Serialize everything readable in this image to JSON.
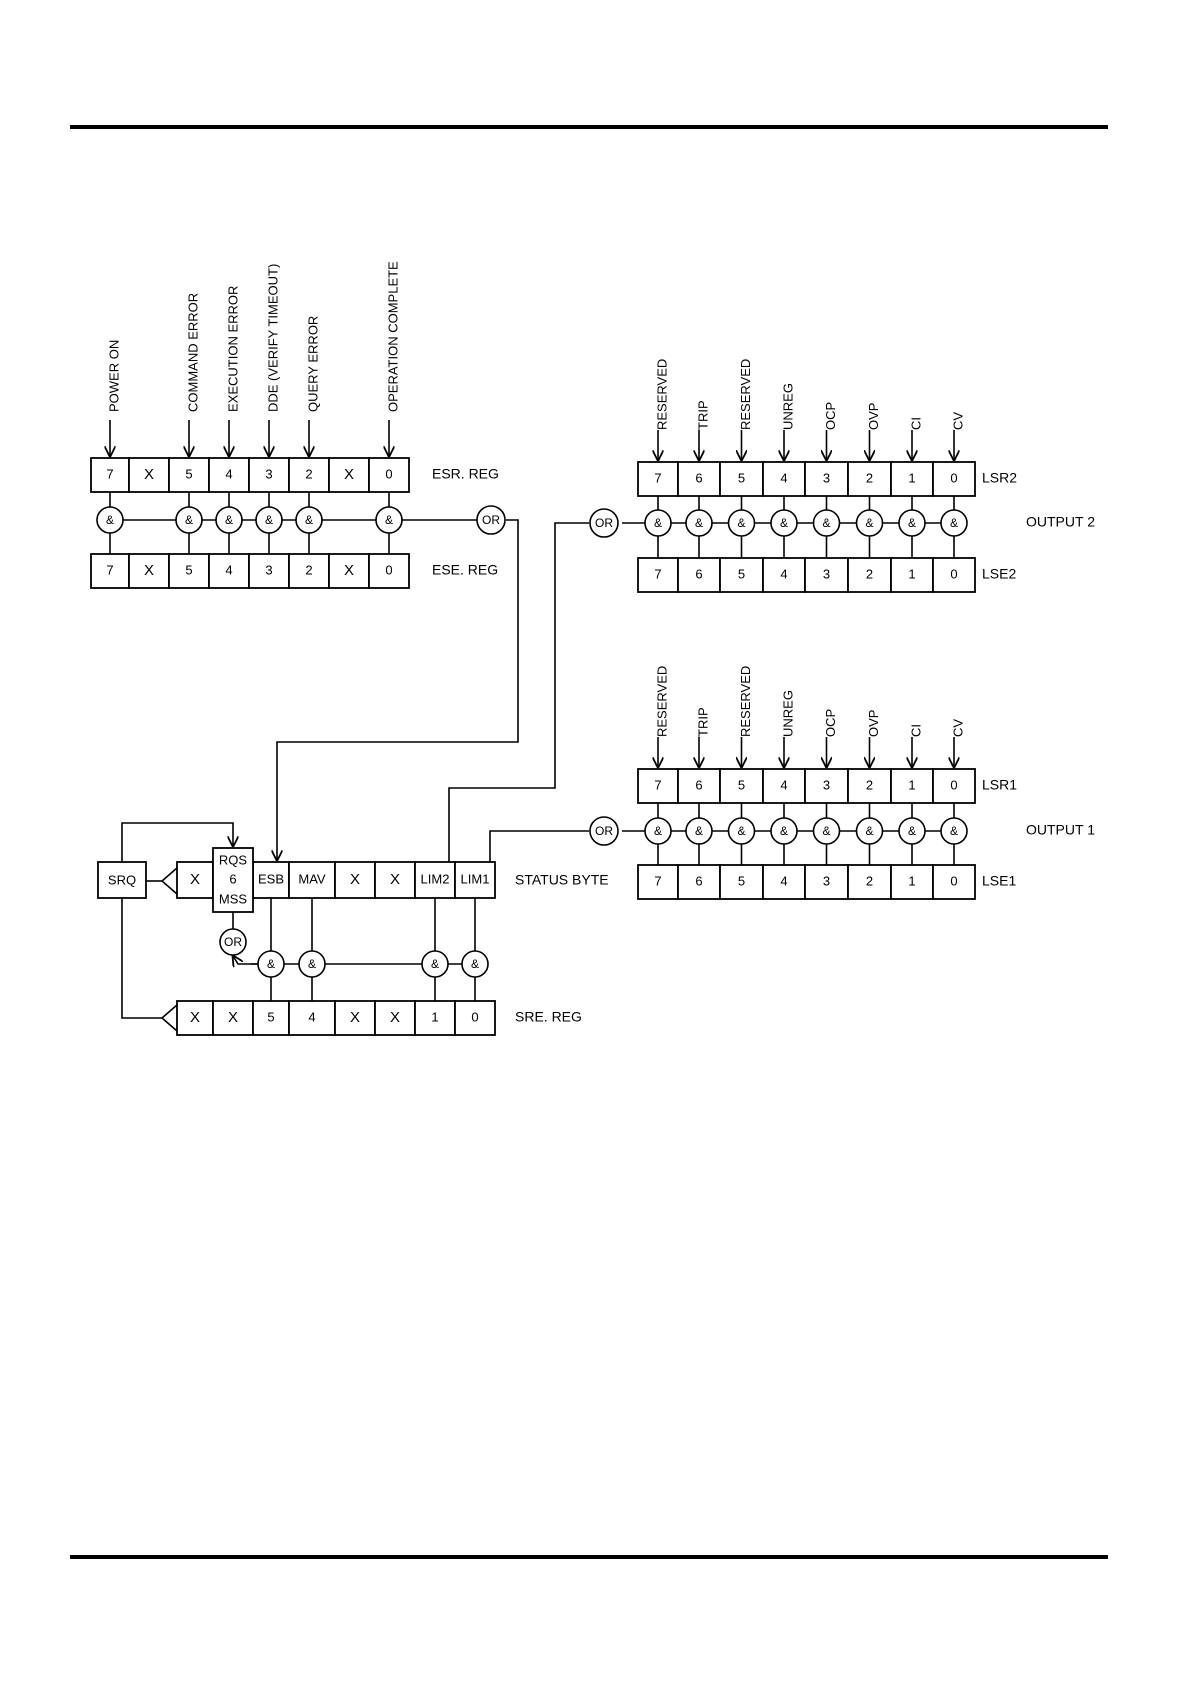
{
  "esr": {
    "bits": [
      "7",
      "X",
      "5",
      "4",
      "3",
      "2",
      "X",
      "0"
    ],
    "name": "ESR. REG",
    "events": [
      "POWER ON",
      "COMMAND ERROR",
      "EXECUTION ERROR",
      "DDE (VERIFY TIMEOUT)",
      "QUERY ERROR",
      "OPERATION COMPLETE"
    ]
  },
  "ese": {
    "bits": [
      "7",
      "X",
      "5",
      "4",
      "3",
      "2",
      "X",
      "0"
    ],
    "name": "ESE. REG"
  },
  "output2": {
    "title": "OUTPUT 2",
    "status_labels": [
      "RESERVED",
      "TRIP",
      "RESERVED",
      "UNREG",
      "OCP",
      "OVP",
      "CI",
      "CV"
    ],
    "lsr": {
      "name": "LSR2",
      "bits": [
        "7",
        "6",
        "5",
        "4",
        "3",
        "2",
        "1",
        "0"
      ]
    },
    "lse": {
      "name": "LSE2",
      "bits": [
        "7",
        "6",
        "5",
        "4",
        "3",
        "2",
        "1",
        "0"
      ]
    }
  },
  "output1": {
    "title": "OUTPUT 1",
    "status_labels": [
      "RESERVED",
      "TRIP",
      "RESERVED",
      "UNREG",
      "OCP",
      "OVP",
      "CI",
      "CV"
    ],
    "lsr": {
      "name": "LSR1",
      "bits": [
        "7",
        "6",
        "5",
        "4",
        "3",
        "2",
        "1",
        "0"
      ]
    },
    "lse": {
      "name": "LSE1",
      "bits": [
        "7",
        "6",
        "5",
        "4",
        "3",
        "2",
        "1",
        "0"
      ]
    }
  },
  "status_byte": {
    "name": "STATUS BYTE",
    "bits": [
      "X",
      "",
      "ESB",
      "MAV",
      "X",
      "X",
      "LIM2",
      "LIM1"
    ],
    "rqs_lines": [
      "RQS",
      "6",
      "MSS"
    ]
  },
  "sre": {
    "name": "SRE. REG",
    "bits": [
      "X",
      "X",
      "5",
      "4",
      "X",
      "X",
      "1",
      "0"
    ]
  },
  "srq_label": "SRQ",
  "gates": {
    "and": "&",
    "or": "OR"
  }
}
